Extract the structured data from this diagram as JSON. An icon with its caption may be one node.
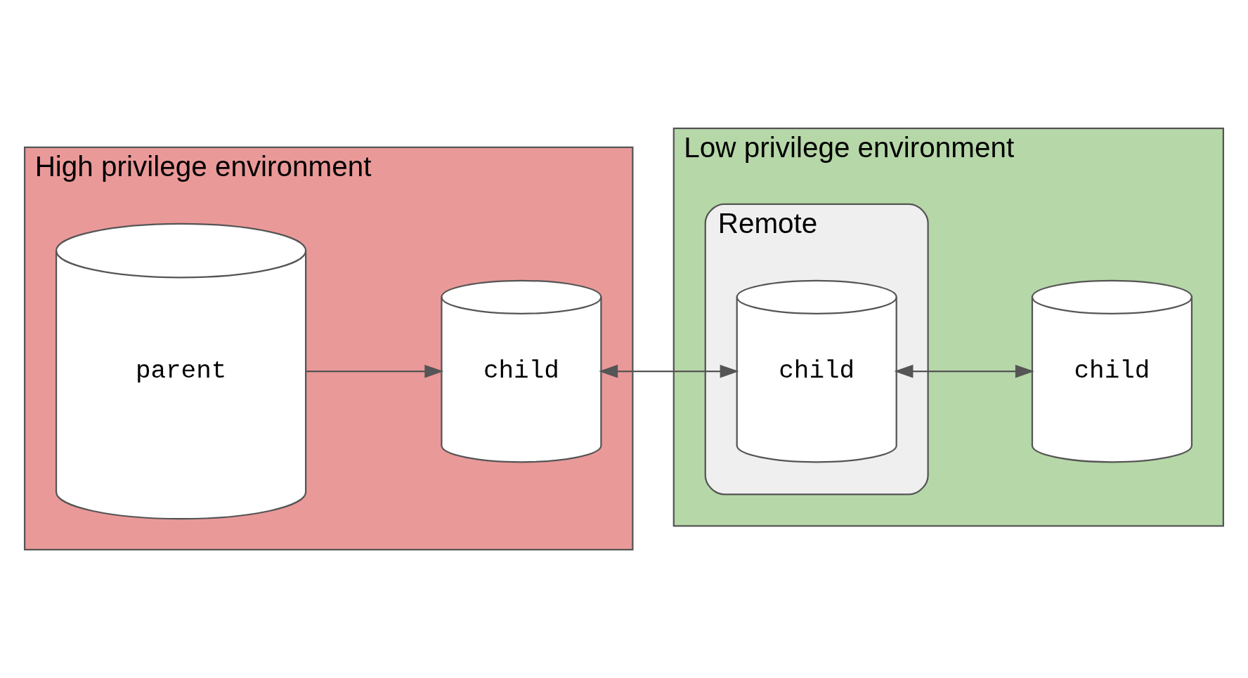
{
  "diagram": {
    "nodes": [
      {
        "text": [
          "High privilege environment"
        ]
      },
      {
        "text": [
          "parent"
        ],
        "in": 0
      },
      {
        "text": [
          "child"
        ],
        "in": 0
      },
      {
        "text": [
          "Low privilege environment"
        ]
      },
      {
        "text": [
          "Remote"
        ],
        "in": 3
      },
      {
        "text": [
          "child"
        ],
        "in": 4
      },
      {
        "text": [
          "child"
        ],
        "in": 3
      }
    ],
    "edges": [
      {
        "from": 1,
        "to": 2,
        "arrow": "to"
      },
      {
        "from": 2,
        "to": 5,
        "arrow": "both"
      },
      {
        "from": 5,
        "to": 6,
        "arrow": "both"
      }
    ]
  }
}
